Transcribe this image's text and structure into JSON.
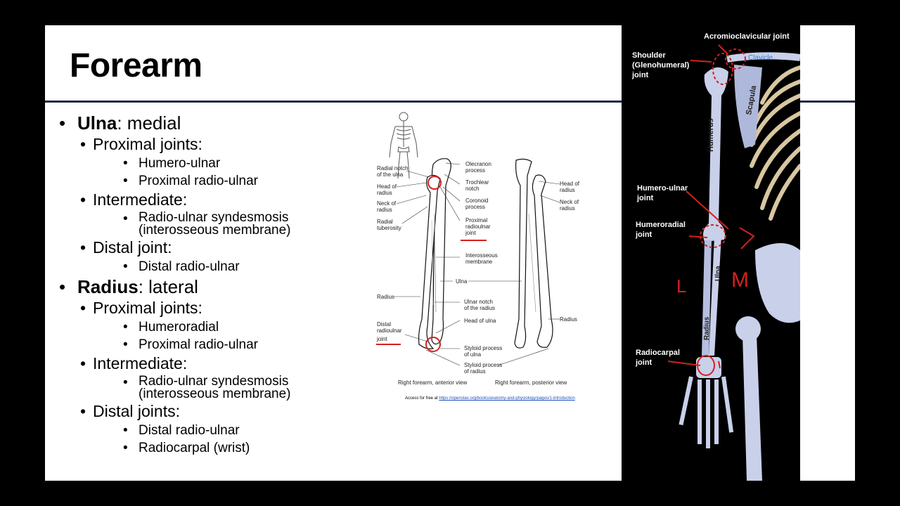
{
  "slide": {
    "title": "Forearm",
    "ulna": {
      "name": "Ulna",
      "position": ": medial",
      "proximal_heading": "Proximal joints:",
      "proximal_items": [
        "Humero-ulnar",
        "Proximal radio-ulnar"
      ],
      "intermediate_heading": "Intermediate:",
      "intermediate_line1": "Radio-ulnar syndesmosis",
      "intermediate_line2": "(interosseous membrane)",
      "distal_heading": "Distal joint:",
      "distal_items": [
        "Distal radio-ulnar"
      ]
    },
    "radius": {
      "name": "Radius",
      "position": ": lateral",
      "proximal_heading": "Proximal joints:",
      "proximal_items": [
        "Humeroradial",
        "Proximal radio-ulnar"
      ],
      "intermediate_heading": "Intermediate:",
      "intermediate_line1": "Radio-ulnar syndesmosis",
      "intermediate_line2": "(interosseous membrane)",
      "distal_heading": "Distal joints:",
      "distal_items": [
        "Distal radio-ulnar",
        "Radiocarpal (wrist)"
      ]
    }
  },
  "figure": {
    "left_labels": [
      "Radial notch",
      "of the ulna",
      "Head of",
      "radius",
      "Neck of",
      "radius",
      "Radial",
      "tuberosity",
      "Radius",
      "Distal",
      "radioulnar",
      "joint"
    ],
    "mid_labels": [
      "Olecranon",
      "process",
      "Trochlear",
      "notch",
      "Coronoid",
      "process",
      "Proximal",
      "radioulnar",
      "joint",
      "Interosseous",
      "membrane",
      "Ulna",
      "Ulnar notch",
      "of the radius",
      "Head of ulna",
      "Styloid process",
      "of ulna",
      "Styloid process",
      "of radius"
    ],
    "right_labels": [
      "Head of",
      "radius",
      "Neck of",
      "radius",
      "Radius"
    ],
    "caption_anterior": "Right forearm, anterior view",
    "caption_posterior": "Right forearm, posterior view",
    "credit_prefix": "Access for free at ",
    "credit_link": "https://openstax.org/books/anatomy-and-physiology/pages/1-introduction"
  },
  "skeleton": {
    "acromioclavicular": "Acromioclavicular joint",
    "clavicle": "Clavicle",
    "shoulder1": "Shoulder",
    "shoulder2": "(Glenohumeral)",
    "shoulder3": "joint",
    "scapula": "Scapula",
    "humerus": "Humerus",
    "humeroulnar1": "Humero-ulnar",
    "humeroulnar2": "joint",
    "humeroradial1": "Humeroradial",
    "humeroradial2": "joint",
    "ulna": "Ulna",
    "radius": "Radius",
    "radiocarpal1": "Radiocarpal",
    "radiocarpal2": "joint",
    "annot_L": "L",
    "annot_M": "M"
  },
  "colors": {
    "accent_rule": "#1f2a44",
    "annotation_red": "#d42020",
    "bone": "#c9d0ea"
  }
}
